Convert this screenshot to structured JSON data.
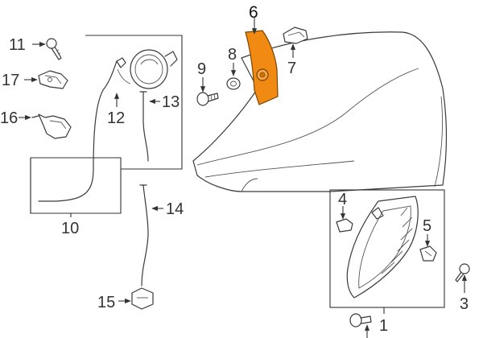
{
  "diagram": {
    "highlight_color": "#f08a12",
    "callouts": {
      "c1": "1",
      "c3": "3",
      "c4": "4",
      "c5": "5",
      "c6": "6",
      "c7": "7",
      "c8": "8",
      "c9": "9",
      "c10": "10",
      "c11": "11",
      "c12": "12",
      "c13": "13",
      "c14": "14",
      "c15": "15",
      "c16": "16",
      "c17": "17"
    }
  }
}
